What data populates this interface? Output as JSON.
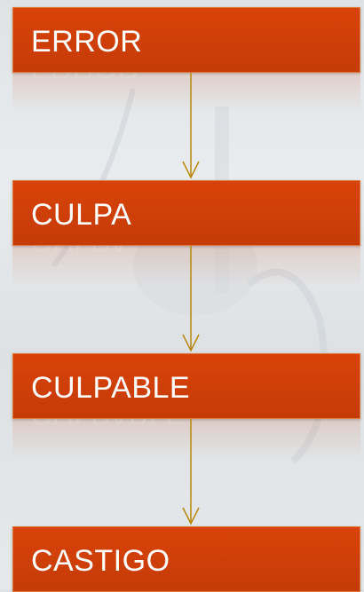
{
  "flow": {
    "steps": [
      {
        "label": "ERROR"
      },
      {
        "label": "CULPA"
      },
      {
        "label": "CULPABLE"
      },
      {
        "label": "CASTIGO"
      }
    ],
    "colors": {
      "box_fill": "#c83d07",
      "box_border": "#e07a3a",
      "arrow": "#b8860b",
      "text": "#ffffff"
    }
  }
}
